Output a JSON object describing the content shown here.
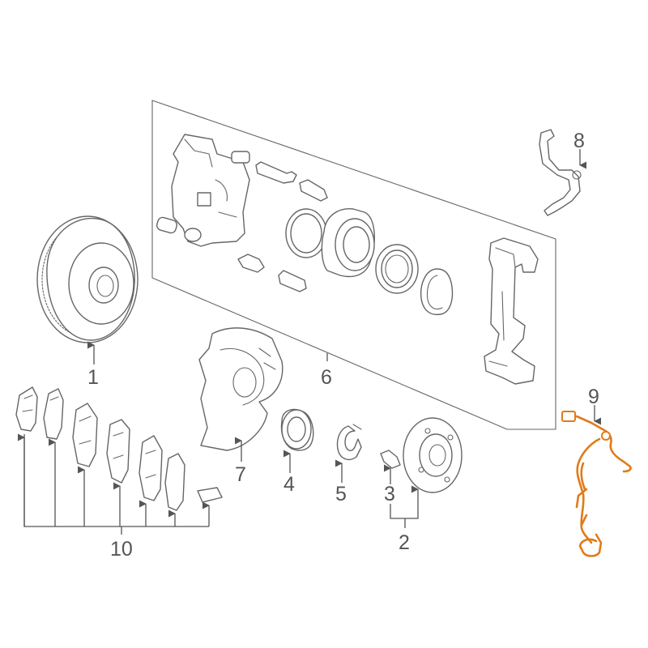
{
  "callouts": {
    "c1": "1",
    "c2": "2",
    "c3": "3",
    "c4": "4",
    "c5": "5",
    "c6": "6",
    "c7": "7",
    "c8": "8",
    "c9": "9",
    "c10": "10"
  },
  "colors": {
    "line": "#666666",
    "highlight": "#e07b1a",
    "background": "#ffffff"
  }
}
